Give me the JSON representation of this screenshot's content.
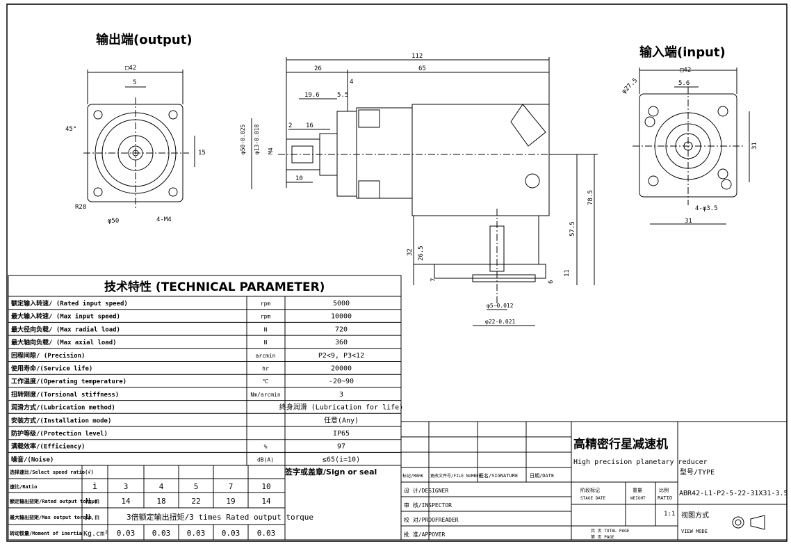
{
  "views": {
    "output_title": "输出端(output)",
    "input_title": "输入端(input)",
    "output_dims": {
      "square": "□42",
      "key": "5",
      "side": "15",
      "angle": "45°",
      "r": "R28",
      "d50": "φ50",
      "holes": "4-M4"
    },
    "side_dims": {
      "total": "112",
      "d26": "26",
      "d65": "65",
      "d4": "4",
      "d19": "19.6",
      "d5": "5.5",
      "d2": "2",
      "d16": "16",
      "d10": "10",
      "shaft": "φ50-0.025",
      "shaft2": "φ13-0.018",
      "m4": "M4",
      "h78": "78.5",
      "h57": "57.5",
      "h32": "32",
      "h26": "26.5",
      "d7": "7",
      "d6": "6",
      "d11": "11",
      "phi5": "φ5-0.012",
      "phi22": "φ22-0.021"
    },
    "input_dims": {
      "square": "□42",
      "d56": "5.6",
      "phi": "φ27.5",
      "w31": "31",
      "h31": "31",
      "holes": "4-φ3.5"
    }
  },
  "tech": {
    "title": "技术特性 (TECHNICAL PARAMETER)",
    "rows": [
      {
        "label": "额定输入转速/ (Rated input speed)",
        "unit": "rpm",
        "value": "5000"
      },
      {
        "label": "最大输入转速/ (Max input speed)",
        "unit": "rpm",
        "value": "10000"
      },
      {
        "label": "最大径向负载/ (Max radial load)",
        "unit": "N",
        "value": "720"
      },
      {
        "label": "最大轴向负载/ (Max axial load)",
        "unit": "N",
        "value": "360"
      },
      {
        "label": "回程间隙/ (Precision)",
        "unit": "arcmin",
        "value": "P2<9, P3<12"
      },
      {
        "label": "使用寿命/(Service life)",
        "unit": "hr",
        "value": "20000"
      },
      {
        "label": "工作温度/(Operating temperature)",
        "unit": "℃",
        "value": "-20~90"
      },
      {
        "label": "扭转刚度/(Torsional stiffness)",
        "unit": "Nm/arcmin",
        "value": "3"
      },
      {
        "label": "润滑方式/(Lubrication method)",
        "unit": "",
        "value": "终身润滑 (Lubrication for life)"
      },
      {
        "label": "安装方式/(Installation mode)",
        "unit": "",
        "value": "任意(Any)"
      },
      {
        "label": "防护等级/(Protection level)",
        "unit": "",
        "value": "IP65"
      },
      {
        "label": "满载效率/(Efficiency)",
        "unit": "%",
        "value": "97"
      },
      {
        "label": "噪音/(Noise)",
        "unit": "dB(A)",
        "value": "≤65(i=10)"
      }
    ],
    "select_ratio": "选择速比/Select speed ratio(√)",
    "sign_seal": "签字或盖章/Sign or seal",
    "ratio_label": "速比/Ratio",
    "ratio_unit": "i",
    "ratios": [
      "3",
      "4",
      "5",
      "7",
      "10"
    ],
    "rated_torque_label": "额定输出扭矩/Rated output torque",
    "rated_torque_unit": "N.m",
    "rated_torque": [
      "14",
      "18",
      "22",
      "19",
      "14"
    ],
    "max_torque_label": "最大输出扭矩/Max output torque",
    "max_torque_unit": "N.m",
    "max_torque_note": "3倍额定输出扭矩/3 times Rated output torque",
    "inertia_label": "转动惯量/Moment of inertia",
    "inertia_unit": "Kg.cm²",
    "inertia": [
      "0.03",
      "0.03",
      "0.03",
      "0.03",
      "0.03"
    ]
  },
  "titleblock": {
    "product_cn": "高精密行星减速机",
    "product_en": "High precision planetary reducer",
    "type_label": "型号/TYPE",
    "type_value": "ABR42-L1-P2-5-22-31X31-3.5",
    "mark": "标记/MARK",
    "change_doc": "更改文件号/FILE NUMBER",
    "signature": "签名/SIGNATURE",
    "date": "日期/DATE",
    "designer": "设 计/DESIGNER",
    "inspector": "审 核/INSPECTOR",
    "proofreader": "校 对/PROOFREADER",
    "approver": "批 准/APPOVER",
    "stage": "阶段标记",
    "stage_en": "STAGE DATE",
    "weight": "重量",
    "weight_en": "WEIGHT",
    "ratio": "比例",
    "ratio_en": "RATIO",
    "ratio_value": "1:1",
    "view_mode": "视图方式",
    "view_mode_en": "VIEW MODE",
    "total_pages": "共 页 TOTAL PAGE",
    "page": "第 页 PAGE"
  }
}
